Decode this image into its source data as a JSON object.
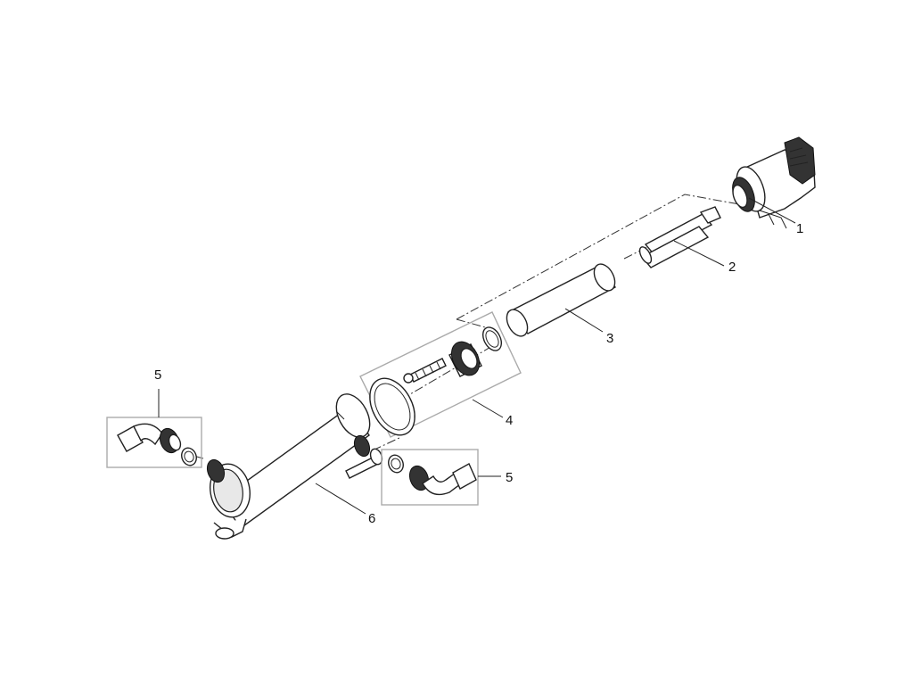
{
  "callouts": {
    "part_1": "1",
    "part_2": "2",
    "part_3": "3",
    "part_4": "4",
    "part_5_left": "5",
    "part_5_right": "5",
    "part_6": "6"
  },
  "colors": {
    "line": "#222222",
    "group_box": "#aaaaaa",
    "fill": "#ffffff",
    "shade": "#e8e8e8"
  }
}
